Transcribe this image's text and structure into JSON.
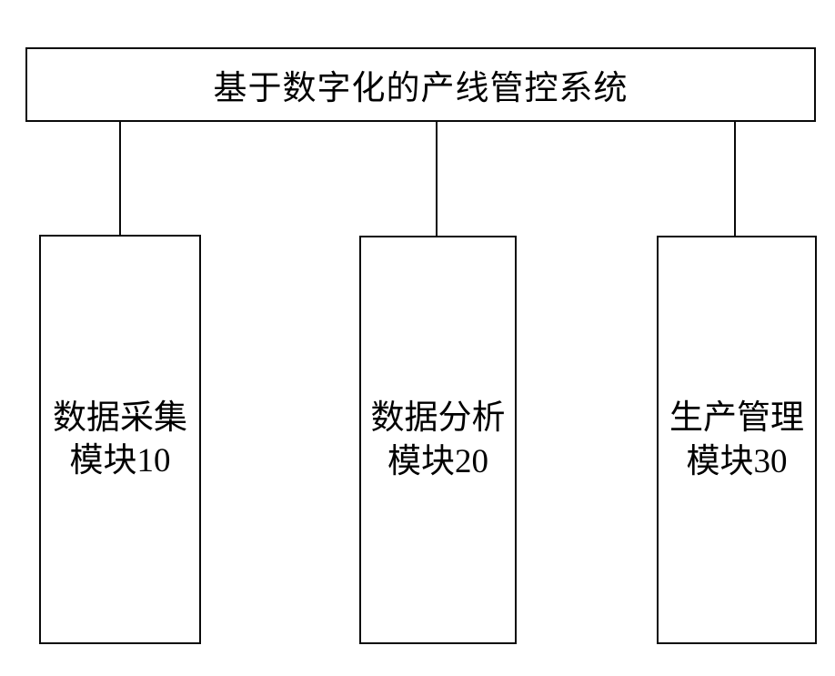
{
  "diagram": {
    "title": "基于数字化的产线管控系统",
    "modules": [
      {
        "line1": "数据采集",
        "line2": "模块10"
      },
      {
        "line1": "数据分析",
        "line2": "模块20"
      },
      {
        "line1": "生产管理",
        "line2": "模块30"
      }
    ],
    "colors": {
      "border": "#0a0a0a",
      "background": "#ffffff",
      "text": "#000000"
    }
  }
}
